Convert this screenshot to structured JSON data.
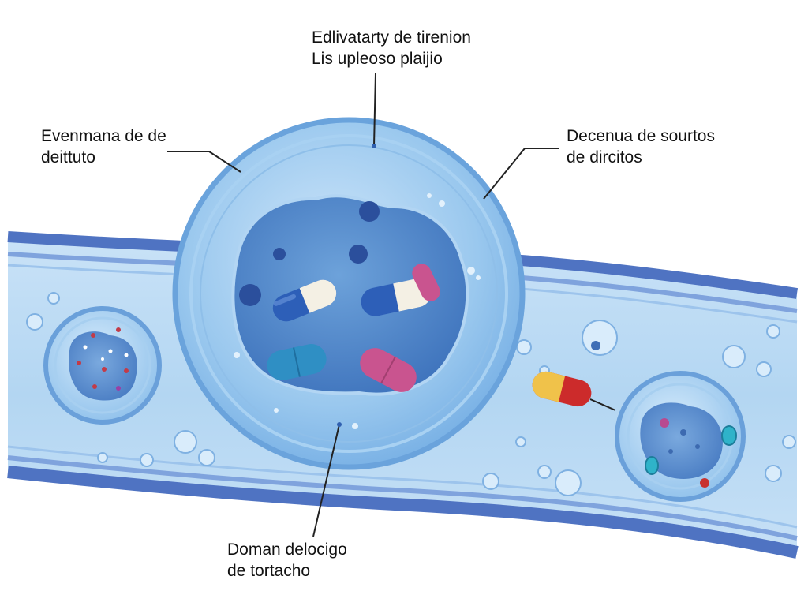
{
  "labels": {
    "top": {
      "line1": "Edlivatarty de tirenion",
      "line2": "Lis upleoso plaijio"
    },
    "left": {
      "line1": "Evenmana de de",
      "line2": "deittuto"
    },
    "right": {
      "line1": "Decenua de sourtos",
      "line2": "de dircitos"
    },
    "bottom": {
      "line1": "Doman delocigo",
      "line2": "de tortacho"
    }
  },
  "colors": {
    "membrane_outer": "#5b7fc9",
    "membrane_inner": "#a9cdee",
    "cell_wall": "#8cc0ea",
    "cytoplasm": "#b9d9f3",
    "nucleus": "#4f86c9",
    "capsule_blue": "#2d5fb8",
    "capsule_white": "#f4f0e4",
    "capsule_pink": "#c9548f",
    "capsule_cyan": "#2f8fc4",
    "capsule_red": "#cc2b2b",
    "capsule_yellow": "#f0c24a"
  }
}
